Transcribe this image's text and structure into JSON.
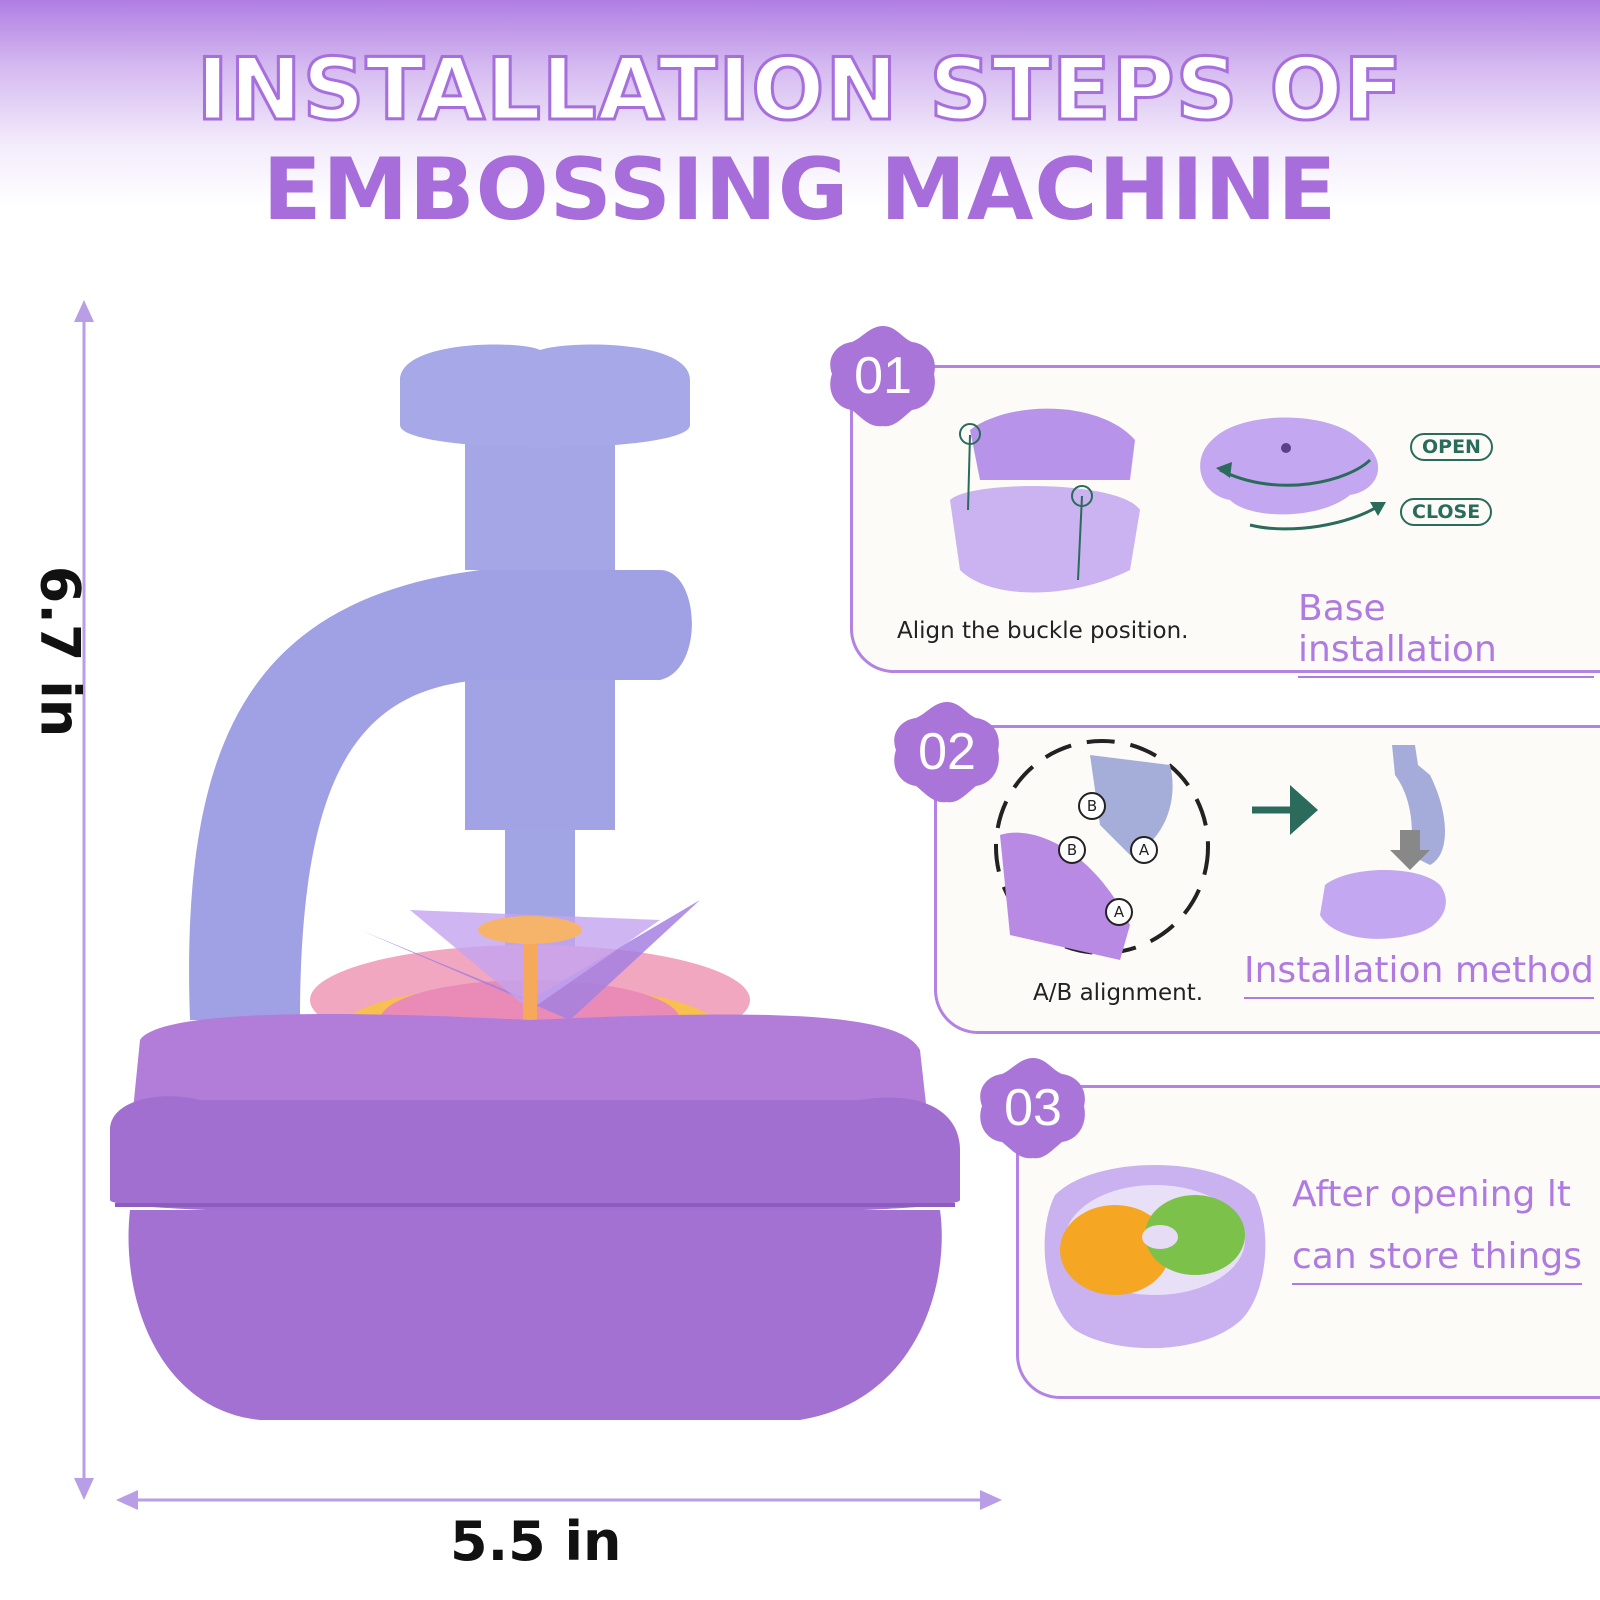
{
  "header": {
    "title_line1": "INSTALLATION STEPS OF",
    "title_line2": "EMBOSSING MACHINE"
  },
  "dimensions": {
    "height_label": "6.7 in",
    "width_label": "5.5 in"
  },
  "steps": [
    {
      "number": "01",
      "title": "Base installation",
      "caption": "Align the buckle position.",
      "tags": [
        "OPEN",
        "CLOSE"
      ]
    },
    {
      "number": "02",
      "title": "Installation method",
      "caption": "A/B alignment.",
      "markers": [
        "B",
        "B",
        "A",
        "A"
      ]
    },
    {
      "number": "03",
      "title_line1": "After opening lt",
      "title_line2": "can store things"
    }
  ],
  "colors": {
    "accent_purple": "#b07be1",
    "machine_body": "#a679d2",
    "machine_arm": "#9f9fe0",
    "arrow_green": "#2a6b5c"
  }
}
